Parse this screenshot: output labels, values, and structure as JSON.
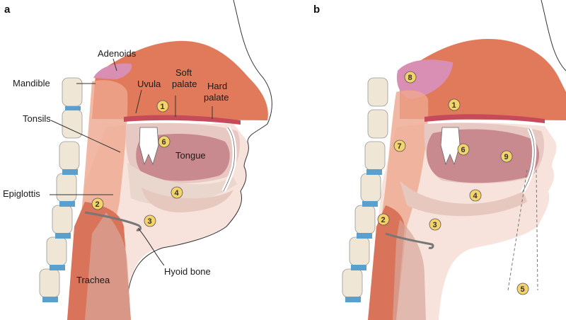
{
  "panels": {
    "a": "a",
    "b": "b"
  },
  "labels": {
    "adenoids": "Adenoids",
    "mandible": "Mandible",
    "uvula": "Uvula",
    "soft_palate_1": "Soft",
    "soft_palate_2": "palate",
    "hard_palate_1": "Hard",
    "hard_palate_2": "palate",
    "tonsils": "Tonsils",
    "tongue": "Tongue",
    "epiglottis": "Epiglottis",
    "hyoid_bone": "Hyoid bone",
    "trachea": "Trachea"
  },
  "markers_a": [
    "1",
    "2",
    "3",
    "4",
    "6"
  ],
  "markers_b": [
    "1",
    "2",
    "3",
    "4",
    "5",
    "6",
    "7",
    "8",
    "9"
  ],
  "colors": {
    "nasal": "#e07a5a",
    "adenoid": "#d98fb3",
    "bone": "#efe6d6",
    "skin": "#f7e3dc",
    "airway": "#d9735a",
    "tongue": "#c98a8f",
    "vertebra_blue": "#5aa0cf",
    "marker": "#f5d36b"
  }
}
